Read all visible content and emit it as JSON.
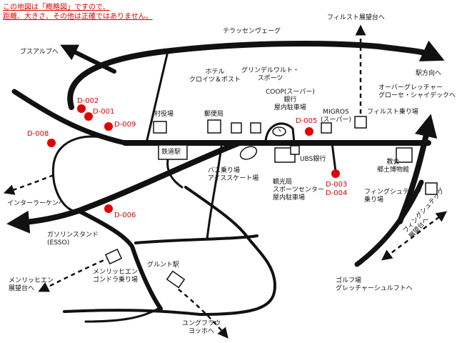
{
  "note": "この地図は「概略図」ですので、\n距離、大きさ、その他は正確ではありません。",
  "accent_color": "#e00000",
  "labels": {
    "first_view": "フィルスト展望台へ",
    "terrassen": "テラッセンヴェーグ",
    "bussalp": "ブスアルプへ",
    "station_dir": "駅方向へ",
    "hotel_post": "ホテル\nクロイツ＆ポスト",
    "grindelwald_sports": "グリンデルワルト・\nスポーツ",
    "coop": "COOP(スーパー)\n銀行\n屋内駐車場",
    "glacier_canyon": "オーバーグレッチャー\nグローセ・シャイデックへ",
    "village_hall": "村役場",
    "post_office": "郵便局",
    "migros": "MIGROS\n(スーパー)",
    "first_lift": "フィルスト乗り場",
    "railway_station": "鉄道駅",
    "ubs": "UBS銀行",
    "church": "教会\n郷土博物館",
    "bus_stop": "バス乗り場\nアイススケート場",
    "sports_center": "観光局\nスポーツセンター\n屋内駐車場",
    "pfingstegg_lift": "フィングシュテッグ\n乗り場",
    "interlaken": "インターラーケンへ",
    "esso": "ガソリンスタンド\n(ESSO)",
    "pfingstegg_view": "フィングシュテッグ\n展望台へ",
    "grund_station": "グルント駅",
    "maennlichen_gondola": "メンリッヒエン\nゴンドラ乗り場",
    "maennlichen_view": "メンリッヒエン\n展望台へ",
    "golf": "ゴルフ場\nグレッチャーシュルフトへ",
    "jungfraujoch": "ユングフラウ\nヨッホへ"
  },
  "points": {
    "d001": "D-001",
    "d002": "D-002",
    "d003": "D-003",
    "d004": "D-004",
    "d005": "D-005",
    "d006": "D-006",
    "d008": "D-008",
    "d009": "D-009"
  }
}
